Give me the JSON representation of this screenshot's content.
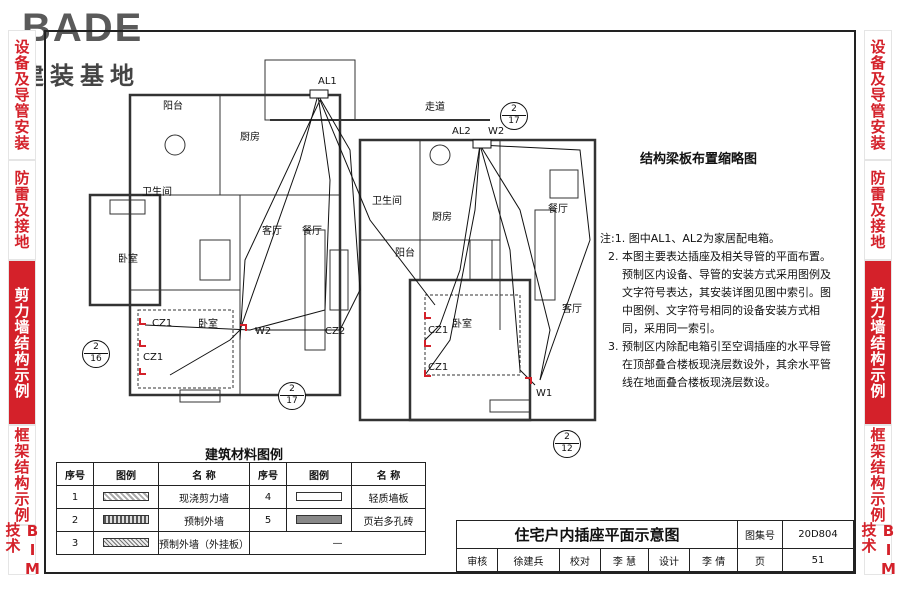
{
  "logo": {
    "brand": "BADE",
    "sub": "建装基地"
  },
  "left_tabs": [
    "设备及导管安装",
    "防雷及接地",
    "剪力墙结构示例",
    "框架结构示例",
    "BIM技术"
  ],
  "right_tabs": [
    "设备及导管安装",
    "防雷及接地",
    "剪力墙结构示例",
    "框架结构示例",
    "BIM技术"
  ],
  "active_tab_index": 2,
  "colors": {
    "accent": "#d4212a",
    "line": "#222222"
  },
  "plan": {
    "rooms": [
      "阳台",
      "厨房",
      "走道",
      "卫生间",
      "卧室",
      "客厅",
      "餐厅",
      "卫生间",
      "厨房",
      "阳台",
      "餐厅",
      "卧室",
      "卧室",
      "客厅"
    ],
    "panels": [
      "AL1",
      "AL2"
    ],
    "tags": [
      "CZ1",
      "CZ1",
      "W2",
      "CZ2",
      "W2",
      "CZ1",
      "CZ1",
      "W1"
    ],
    "refs": [
      {
        "top": "2",
        "bottom": "17"
      },
      {
        "top": "2",
        "bottom": "16"
      },
      {
        "top": "2",
        "bottom": "17"
      },
      {
        "top": "2",
        "bottom": "12"
      }
    ]
  },
  "mini_plan_title": "结构梁板布置缩略图",
  "notes": [
    "注:1. 图中AL1、AL2为家居配电箱。",
    "2. 本图主要表达插座及相关导管的平面布置。预制区内设备、导管的安装方式采用图例及文字符号表达，其安装详图见图中索引。图中图例、文字符号相同的设备安装方式相同，采用同一索引。",
    "3. 预制区内除配电箱引至空调插座的水平导管在顶部叠合楼板现浇层数设外，其余水平管线在地面叠合楼板现浇层数设。"
  ],
  "legend": {
    "title": "建筑材料图例",
    "headers": [
      "序号",
      "图例",
      "名  称",
      "序号",
      "图例",
      "名  称"
    ],
    "rows": [
      {
        "no1": "1",
        "name1": "现浇剪力墙",
        "no2": "4",
        "name2": "轻质墙板"
      },
      {
        "no1": "2",
        "name1": "预制外墙",
        "no2": "5",
        "name2": "页岩多孔砖"
      },
      {
        "no1": "3",
        "name1": "预制外墙（外挂板）",
        "no2": "",
        "name2": "—"
      }
    ]
  },
  "title_block": {
    "title": "住宅户内插座平面示意图",
    "atlas_label": "图集号",
    "atlas_no": "20D804",
    "page_label": "页",
    "page_no": "51",
    "row": [
      "审核",
      "徐建兵",
      "校对",
      "李  慧",
      "设计",
      "李  倩"
    ]
  }
}
